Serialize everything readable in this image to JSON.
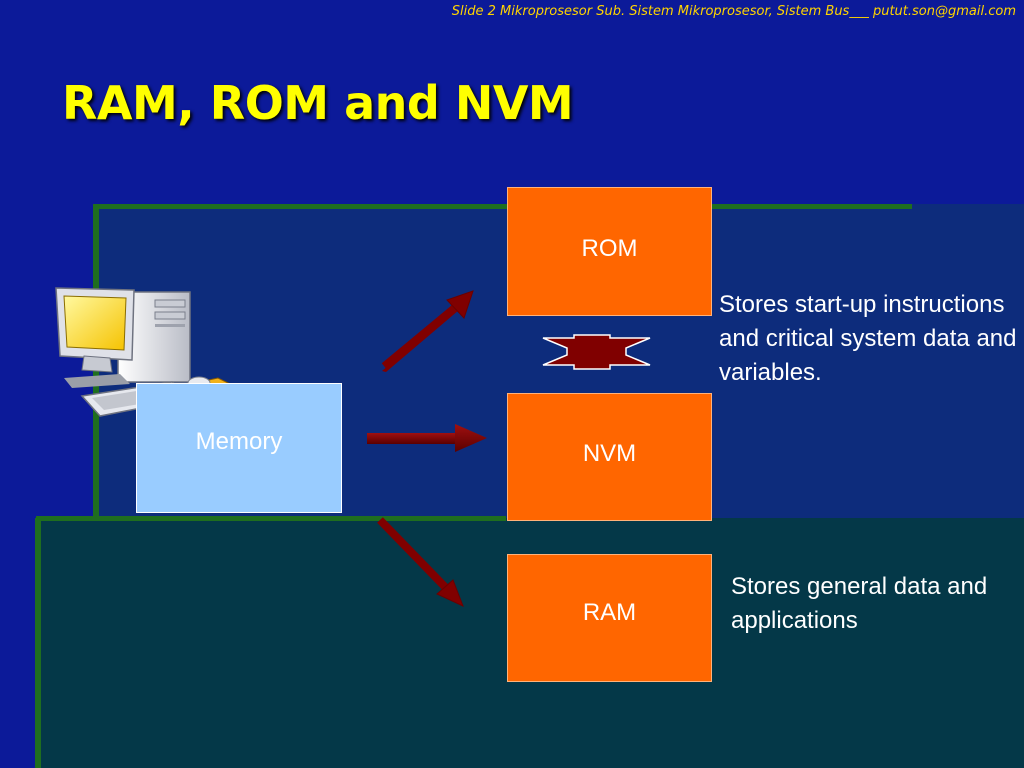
{
  "slide": {
    "header_text": "Slide 2 Mikroprosesor Sub. Sistem Mikroprosesor, Sistem Bus___ putut.son@gmail.com",
    "title": "RAM, ROM and NVM"
  },
  "diagram": {
    "memory_label": "Memory",
    "rom_label": "ROM",
    "nvm_label": "NVM",
    "ram_label": "RAM",
    "rom_description": "Stores start-up instructions and critical system data and variables.",
    "ram_description": "Stores general data and applications"
  },
  "icons": {
    "computer": "desktop-computer-icon"
  },
  "colors": {
    "background": "#0c1a99",
    "title": "#ffff00",
    "header": "#ffd400",
    "box_fill": "#ff6600",
    "memory_fill": "#99ccff",
    "arrow_fill": "#800000"
  }
}
